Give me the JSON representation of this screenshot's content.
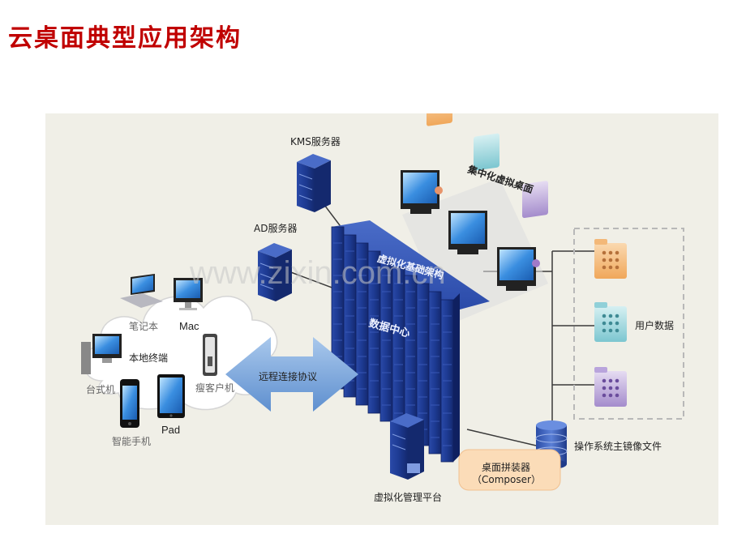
{
  "title": "云桌面典型应用架构",
  "watermark": "www.zixin.com.cn",
  "labels": {
    "kms_server": "KMS服务器",
    "ad_server": "AD服务器",
    "desktop_pool": "集中化虚拟桌面",
    "virtual_infra": "虚拟化基础架构",
    "data_center": "数据中心",
    "user_data": "用户数据",
    "os_image": "操作系统主镜像文件",
    "composer_cn": "桌面拼装器",
    "composer_en": "（Composer）",
    "mgmt_platform": "虚拟化管理平台",
    "remote_protocol": "远程连接协议",
    "local_terminals": "本地终端",
    "laptop": "笔记本",
    "mac": "Mac",
    "desktop_pc": "台式机",
    "thin_client": "瘦客户机",
    "smartphone": "智能手机",
    "pad": "Pad"
  },
  "colors": {
    "title_red": "#c00000",
    "panel_bg": "#f0efe7",
    "server_blue": "#1f3b8a",
    "arrow_blue": "#7fa8d8",
    "composer_bg": "#fbdcb8"
  }
}
